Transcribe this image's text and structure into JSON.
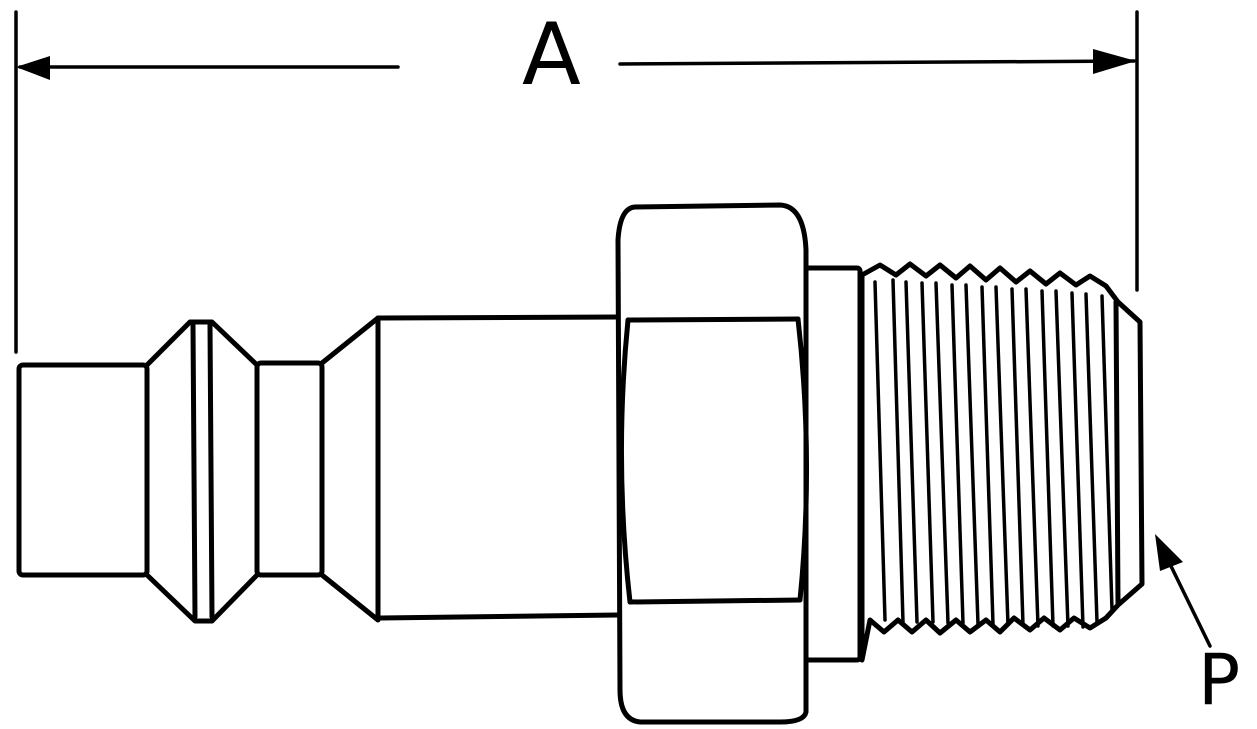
{
  "diagram": {
    "subject": "Pneumatic quick-connect plug with male pipe thread",
    "labels": {
      "dimension_a": "A",
      "callout_p": "P"
    },
    "components": [
      "nose",
      "locking-groove-collar",
      "neck",
      "body-shank",
      "hex-nut",
      "shoulder",
      "male-thread"
    ],
    "colors": {
      "line": "#000000",
      "background": "#ffffff"
    }
  }
}
